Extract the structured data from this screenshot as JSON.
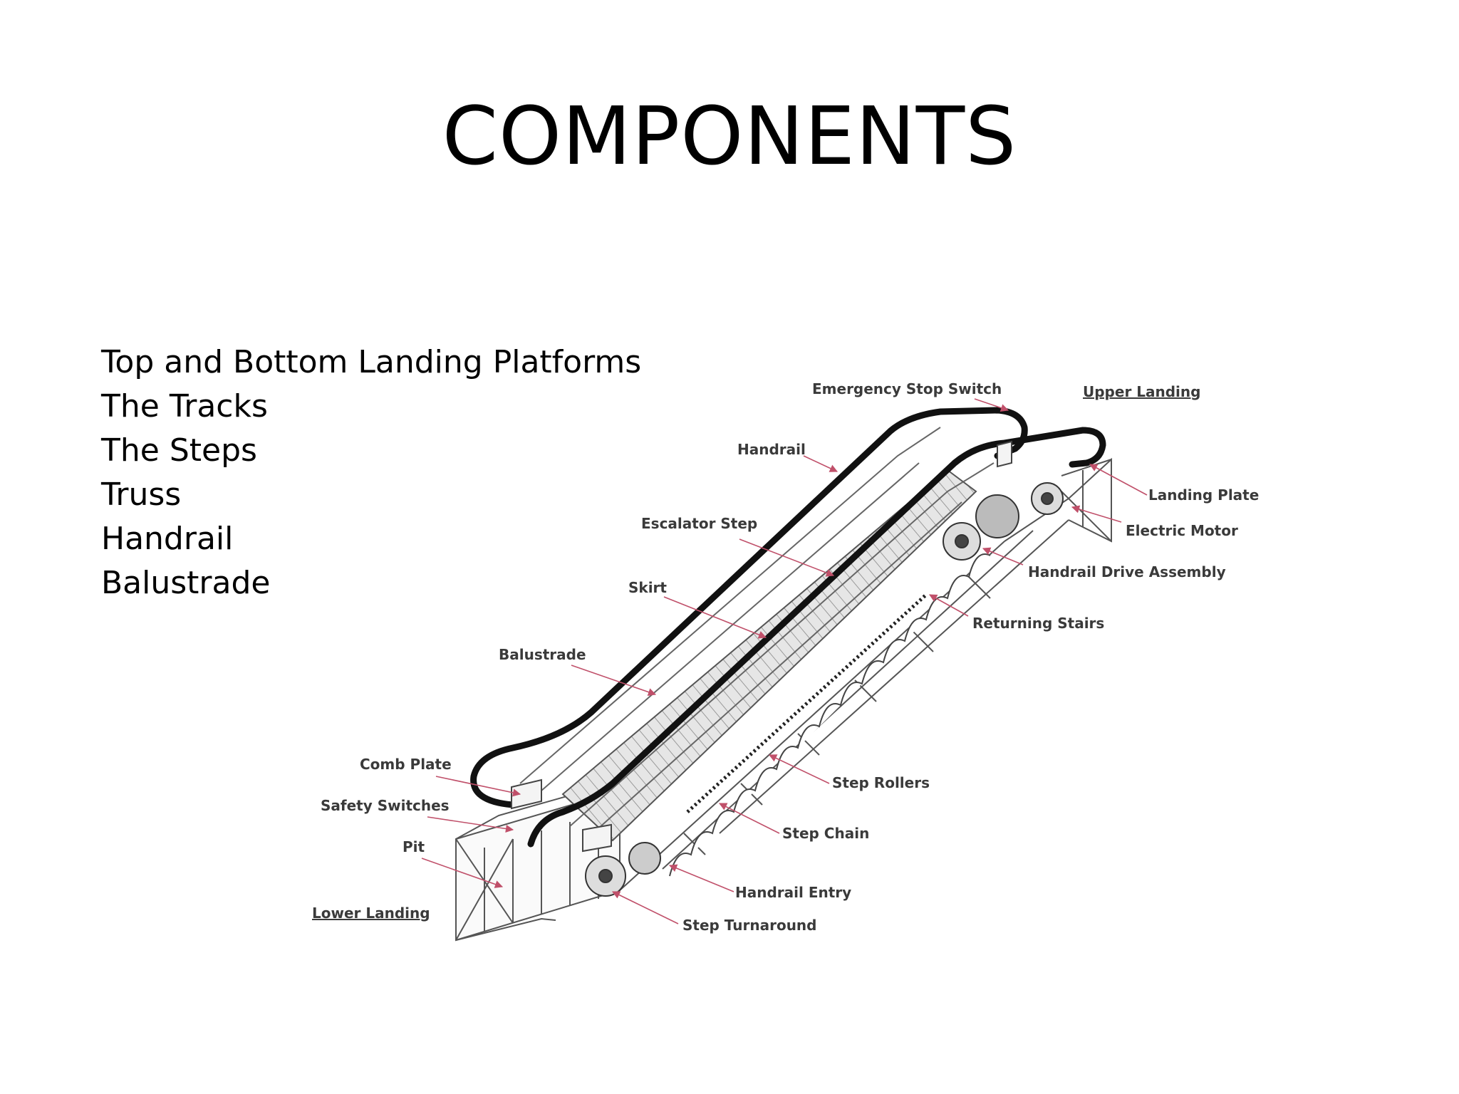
{
  "slide": {
    "title": "COMPONENTS",
    "bullets": [
      "Top and Bottom Landing Platforms",
      "The Tracks",
      "The Steps",
      "Truss",
      "Handrail",
      "Balustrade"
    ]
  },
  "diagram": {
    "labels": {
      "emergency_stop_switch": "Emergency Stop Switch",
      "upper_landing": "Upper Landing",
      "handrail": "Handrail",
      "landing_plate": "Landing Plate",
      "electric_motor": "Electric Motor",
      "escalator_step": "Escalator Step",
      "handrail_drive_assembly": "Handrail Drive Assembly",
      "skirt": "Skirt",
      "returning_stairs": "Returning Stairs",
      "balustrade": "Balustrade",
      "comb_plate": "Comb Plate",
      "step_rollers": "Step Rollers",
      "safety_switches": "Safety Switches",
      "step_chain": "Step Chain",
      "pit": "Pit",
      "handrail_entry": "Handrail Entry",
      "lower_landing": "Lower Landing",
      "step_turnaround": "Step Turnaround"
    },
    "colors": {
      "handrail": "#111111",
      "structure": "#555555",
      "callout": "#c0506a",
      "label": "#3a3a3a"
    }
  }
}
